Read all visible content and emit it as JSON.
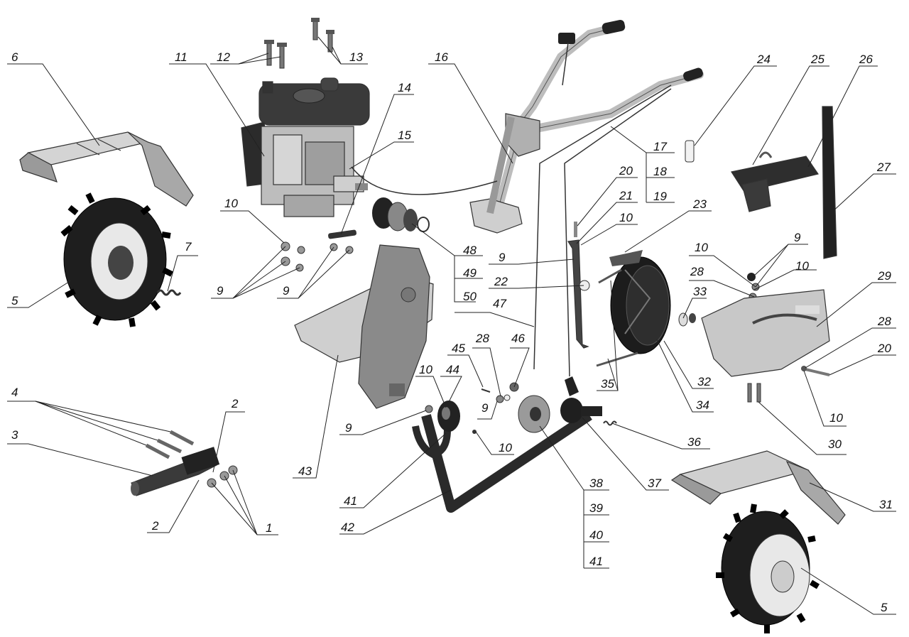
{
  "callouts": [
    "6",
    "11",
    "12",
    "13",
    "14",
    "15",
    "16",
    "24",
    "25",
    "26",
    "17",
    "18",
    "19",
    "20",
    "21",
    "10",
    "23",
    "27",
    "9",
    "10",
    "22",
    "48",
    "49",
    "50",
    "47",
    "9",
    "10",
    "28",
    "33",
    "9",
    "10",
    "29",
    "28",
    "20",
    "10",
    "30",
    "5",
    "7",
    "10",
    "9",
    "9",
    "4",
    "3",
    "2",
    "2",
    "1",
    "43",
    "45",
    "28",
    "46",
    "10",
    "44",
    "9",
    "9",
    "10",
    "41",
    "42",
    "35",
    "32",
    "34",
    "36",
    "37",
    "38",
    "39",
    "40",
    "41",
    "31",
    "5"
  ],
  "colors": {
    "dark": "#2a2a2a",
    "mid": "#8a8a8a",
    "light": "#cfcfcf",
    "line": "#222222"
  },
  "icons": [
    "engine-icon",
    "wheel-icon",
    "fender-icon",
    "handlebar-icon",
    "gearbox-icon",
    "clutch-cover-icon",
    "frame-icon",
    "cable-icon",
    "bolt-icon"
  ]
}
